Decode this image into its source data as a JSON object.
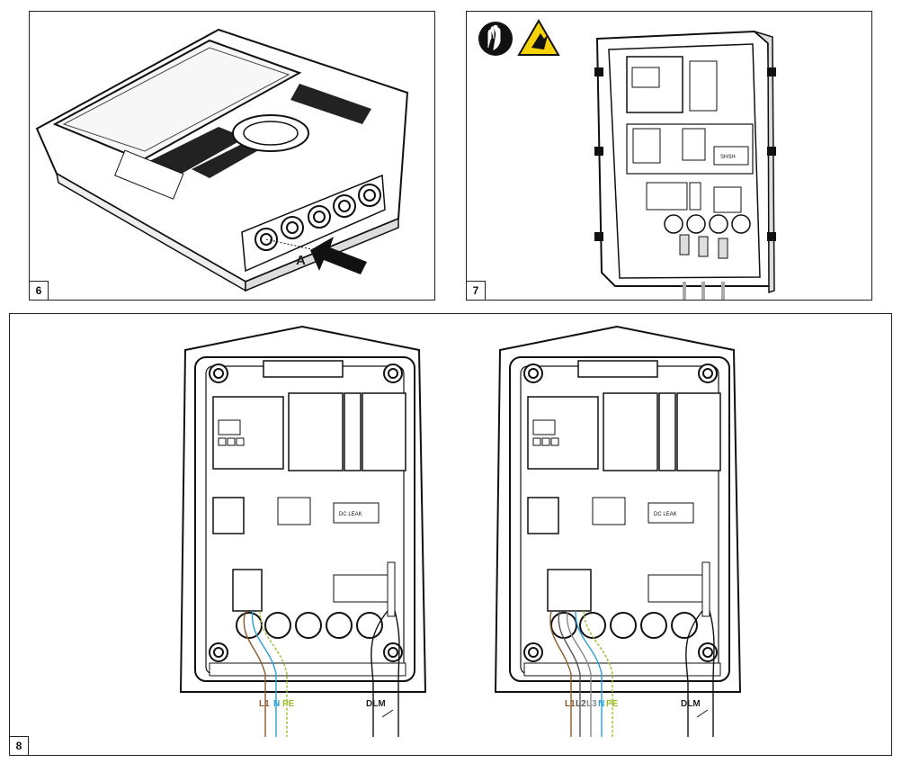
{
  "panels": [
    {
      "number": "6",
      "callout": "A"
    },
    {
      "number": "7",
      "module_text": "Sh Sh",
      "icons": [
        "protective-gloves-icon",
        "sharp-edge-hazard-icon"
      ]
    },
    {
      "number": "8"
    }
  ],
  "wiring": {
    "left": {
      "labels": [
        "L1",
        "N",
        "PE"
      ],
      "dlm": "DLM",
      "module_text": "DC LEAK"
    },
    "right": {
      "labels": [
        "L1",
        "L2",
        "L3",
        "N",
        "PE"
      ],
      "dlm": "DLM",
      "module_text": "DC LEAK"
    }
  },
  "wire_colors": {
    "L": "#8a5a2b",
    "N": "#2a9fd6",
    "PE": "#9bbb2a",
    "L2": "#555555",
    "L3": "#888888"
  }
}
